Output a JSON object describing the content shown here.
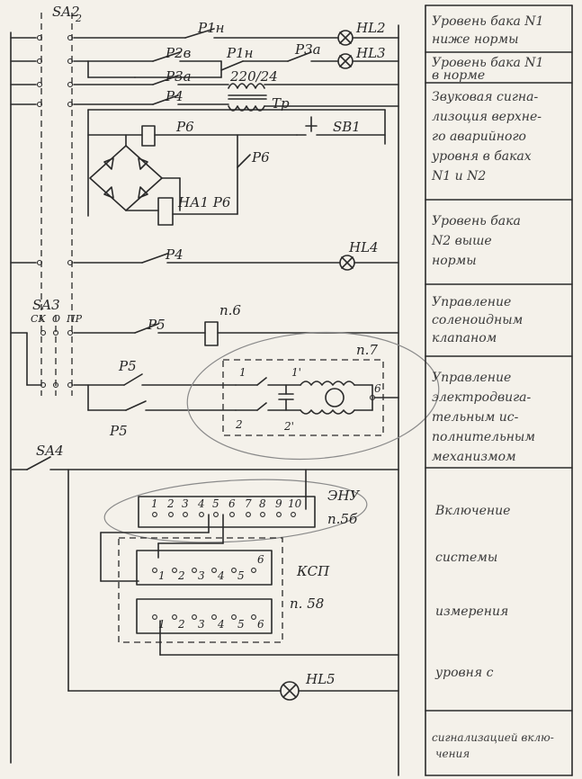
{
  "switches": {
    "sa2": "SA2",
    "sa2_sub": "2",
    "sa3": "SA3",
    "sa3_pos_left": "СК",
    "sa3_pos_mid": "О",
    "sa3_pos_right": "ПР",
    "sa4": "SA4"
  },
  "contacts": {
    "p1n": "P1н",
    "p2v": "P2в",
    "p1n_b": "P1н",
    "p3a": "P3а",
    "p3a_b": "P3а",
    "p4": "P4",
    "p6": "P6",
    "p6_b": "P6",
    "p4_b": "P4",
    "p5": "P5",
    "p5_b": "P5",
    "p5_c": "P5",
    "sb1": "SB1",
    "ha1p6": "НА1 Р6"
  },
  "lamps": {
    "hl2": "HL2",
    "hl3": "HL3",
    "hl4": "HL4",
    "hl5": "HL5"
  },
  "transformer": {
    "voltage": "220/24",
    "name": "Тр"
  },
  "blocks": {
    "p6_ref": "п.6",
    "p7_ref": "п.7",
    "enu": "ЭНУ",
    "enu_ref": "п.5б",
    "ksp": "КСП",
    "ksp_ref": "п. 58"
  },
  "motor_terminals": {
    "t1": "1",
    "t1p": "1'",
    "t2": "2",
    "t2p": "2'",
    "t6": "6"
  },
  "enu_terminals": [
    "1",
    "2",
    "3",
    "4",
    "5",
    "6",
    "7",
    "8",
    "9",
    "10"
  ],
  "ksp_top_terminals": [
    "1",
    "2",
    "3",
    "4",
    "5",
    "6"
  ],
  "ksp_bottom_terminals": [
    "1",
    "2",
    "3",
    "4",
    "5",
    "6"
  ],
  "legend": [
    {
      "lines": [
        "Уровень бака N1",
        "ниже нормы"
      ]
    },
    {
      "lines": [
        "Уровень бака N1",
        "в норме"
      ]
    },
    {
      "lines": [
        "Звуковая сигна-",
        "лизоция верхне-",
        "го аварийного",
        "уровня в баках",
        "N1 и N2"
      ]
    },
    {
      "lines": [
        "Уровень бака",
        "N2 выше",
        "нормы"
      ]
    },
    {
      "lines": [
        "Управление",
        "соленоидным",
        "клапаном"
      ]
    },
    {
      "lines": [
        "Управление",
        "электродвига-",
        "тельным ис-",
        "полнительным",
        "механизмом"
      ]
    },
    {
      "lines": [
        "Включение",
        "системы",
        "измерения",
        "уровня   с"
      ]
    },
    {
      "lines": [
        "сигнализацией вклю-",
        "чения"
      ]
    }
  ]
}
